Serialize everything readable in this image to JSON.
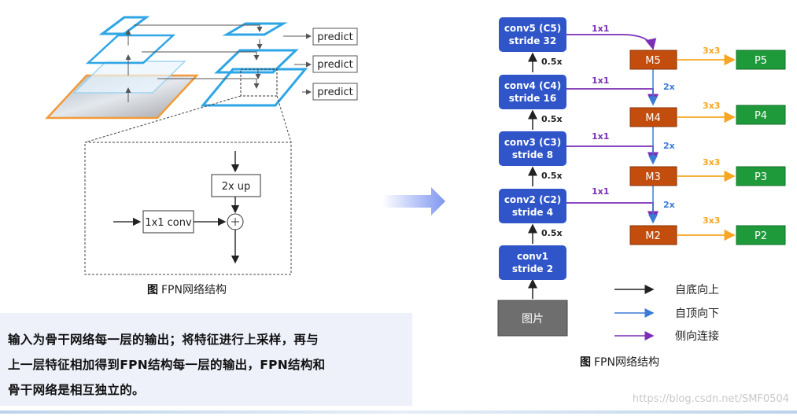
{
  "left_diagram": {
    "predict_labels": [
      "predict",
      "predict",
      "predict"
    ],
    "upsample_label": "2x up",
    "conv_label": "1x1 conv",
    "caption_prefix": "图",
    "caption_text": "FPN网络结构"
  },
  "description": {
    "line1": "输入为骨干网络每一层的输出；将特征进行上采样，再与",
    "line2": "上一层特征相加得到FPN结构每一层的输出，FPN结构和",
    "line3": "骨干网络是相互独立的。"
  },
  "right_diagram": {
    "backbone": [
      {
        "line1": "conv5 (C5)",
        "line2": "stride 32"
      },
      {
        "line1": "conv4 (C4)",
        "line2": "stride 16"
      },
      {
        "line1": "conv3 (C3)",
        "line2": "stride 8"
      },
      {
        "line1": "conv2 (C2)",
        "line2": "stride 4"
      },
      {
        "line1": "conv1",
        "line2": "stride 2"
      }
    ],
    "image_label": "图片",
    "downsample_labels": [
      "0.5x",
      "0.5x",
      "0.5x",
      "0.5x"
    ],
    "lateral_labels": [
      "1x1",
      "1x1",
      "1x1",
      "1x1"
    ],
    "merge_nodes": [
      "M5",
      "M4",
      "M3",
      "M2"
    ],
    "upsample_labels": [
      "2x",
      "2x",
      "2x"
    ],
    "smooth_labels": [
      "3x3",
      "3x3",
      "3x3",
      "3x3"
    ],
    "outputs": [
      "P5",
      "P4",
      "P3",
      "P2"
    ],
    "legend": [
      {
        "label": "自底向上",
        "color": "#222222"
      },
      {
        "label": "自顶向下",
        "color": "#3a7bd5"
      },
      {
        "label": "侧向连接",
        "color": "#7b2fb5"
      }
    ],
    "caption_prefix": "图",
    "caption_text": "FPN网络结构"
  },
  "colors": {
    "backbone_blue": "#2f55c9",
    "merge_orange": "#c24d0c",
    "output_green": "#1f9a3a",
    "image_gray": "#6e6e6e",
    "smooth_arrow": "#f5a623",
    "lateral_arrow": "#7b2fb5",
    "topdown_arrow": "#3a7bd5",
    "pyramid_cyan": "#2ea6e6",
    "pyramid_orange": "#f29a38"
  },
  "watermark": "https://blog.csdn.net/SMF0504"
}
